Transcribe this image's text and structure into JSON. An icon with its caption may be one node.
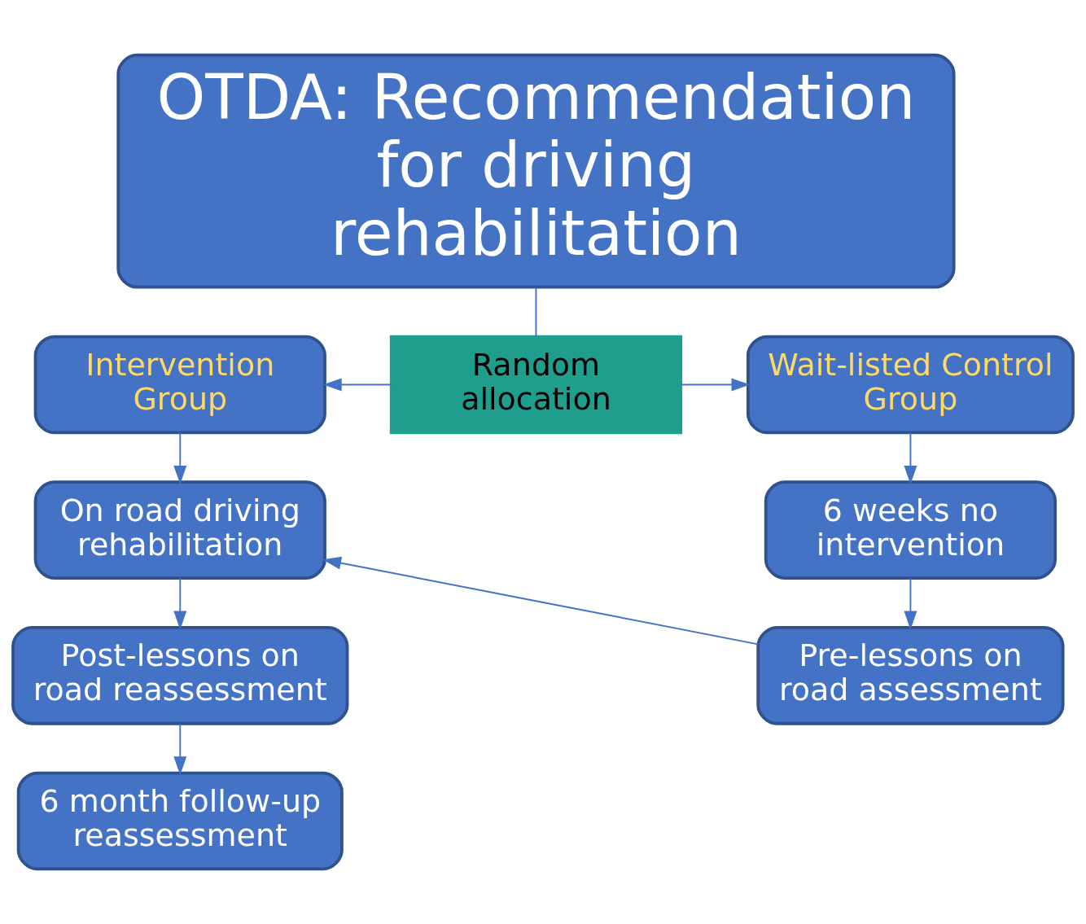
{
  "diagram": {
    "nodes": [
      {
        "text": [
          "OTDA: Recommendation for driving rehabilitation"
        ]
      },
      {
        "text": [
          "Intervention Group"
        ]
      },
      {
        "text": [
          "Random allocation"
        ]
      },
      {
        "text": [
          "Wait-listed Control Group"
        ]
      },
      {
        "text": [
          "On road driving rehabilitation"
        ]
      },
      {
        "text": [
          "6 weeks no intervention"
        ]
      },
      {
        "text": [
          "Post-lessons on road reassessment"
        ]
      },
      {
        "text": [
          "Pre-lessons on road assessment"
        ]
      },
      {
        "text": [
          "6 month follow-up reassessment"
        ]
      }
    ],
    "edges": [
      {
        "from": 0,
        "to": 2,
        "arrow": "none"
      },
      {
        "from": 2,
        "to": 1,
        "arrow": "to"
      },
      {
        "from": 2,
        "to": 3,
        "arrow": "to"
      },
      {
        "from": 1,
        "to": 4,
        "arrow": "to"
      },
      {
        "from": 3,
        "to": 5,
        "arrow": "to"
      },
      {
        "from": 4,
        "to": 6,
        "arrow": "to"
      },
      {
        "from": 5,
        "to": 7,
        "arrow": "to"
      },
      {
        "from": 6,
        "to": 8,
        "arrow": "to"
      },
      {
        "from": 7,
        "to": 4,
        "arrow": "to"
      }
    ]
  }
}
